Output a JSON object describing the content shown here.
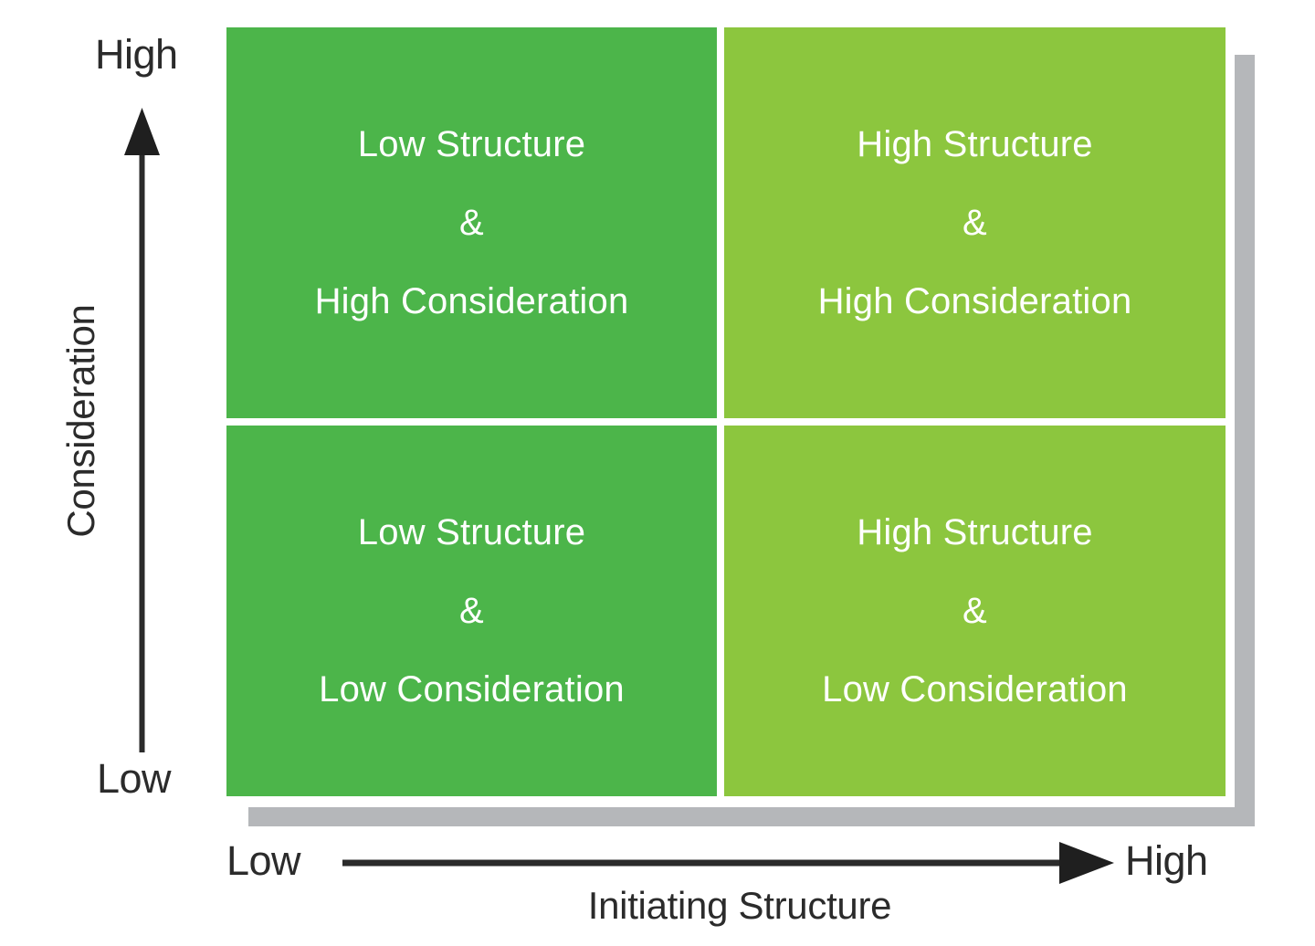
{
  "colors": {
    "dark_green": "#4cb54a",
    "light_green": "#8cc63e",
    "shadow_gray": "#b5b7ba",
    "text_dark": "#2b2b2b",
    "quadrant_text": "#ffffff",
    "background": "#ffffff"
  },
  "axes": {
    "y": {
      "title": "Consideration",
      "high_label": "High",
      "low_label": "Low"
    },
    "x": {
      "title": "Initiating Structure",
      "high_label": "High",
      "low_label": "Low"
    }
  },
  "quadrants": {
    "top_left": {
      "line1": "Low Structure",
      "amp": "&",
      "line3": "High Consideration",
      "color": "#4cb54a"
    },
    "top_right": {
      "line1": "High Structure",
      "amp": "&",
      "line3": "High Consideration",
      "color": "#8cc63e"
    },
    "bottom_left": {
      "line1": "Low Structure",
      "amp": "&",
      "line3": "Low Consideration",
      "color": "#4cb54a"
    },
    "bottom_right": {
      "line1": "High Structure",
      "amp": "&",
      "line3": "Low Consideration",
      "color": "#8cc63e"
    }
  },
  "chart_data": {
    "type": "table",
    "title": "",
    "xlabel": "Initiating Structure",
    "ylabel": "Consideration",
    "x_scale": [
      "Low",
      "High"
    ],
    "y_scale": [
      "Low",
      "High"
    ],
    "cells": [
      {
        "x": "Low",
        "y": "High",
        "label": "Low Structure & High Consideration",
        "color": "#4cb54a"
      },
      {
        "x": "High",
        "y": "High",
        "label": "High Structure & High Consideration",
        "color": "#8cc63e"
      },
      {
        "x": "Low",
        "y": "Low",
        "label": "Low Structure & Low Consideration",
        "color": "#4cb54a"
      },
      {
        "x": "High",
        "y": "Low",
        "label": "High Structure & Low Consideration",
        "color": "#8cc63e"
      }
    ]
  }
}
